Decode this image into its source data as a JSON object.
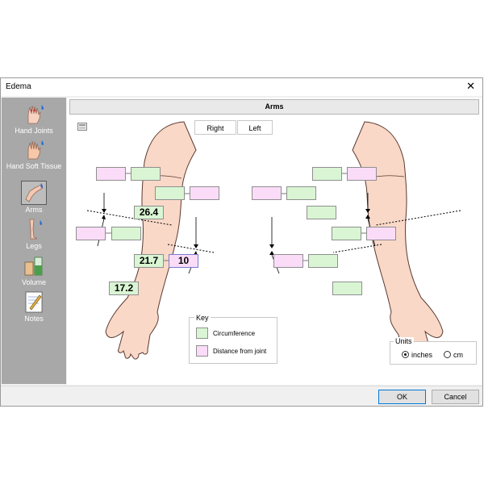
{
  "window": {
    "title": "Edema"
  },
  "sidebar": {
    "items": [
      {
        "label": "Hand Joints",
        "icon": "hand-joints-icon"
      },
      {
        "label": "Hand Soft Tissue",
        "icon": "hand-soft-tissue-icon"
      },
      {
        "label": "Arms",
        "icon": "arm-icon",
        "selected": true
      },
      {
        "label": "Legs",
        "icon": "legs-icon"
      },
      {
        "label": "Volume",
        "icon": "volume-beaker-icon"
      },
      {
        "label": "Notes",
        "icon": "notes-pencil-icon"
      }
    ]
  },
  "header": {
    "title": "Arms"
  },
  "tabs": [
    {
      "label": "Right",
      "active": true
    },
    {
      "label": "Left",
      "active": false
    }
  ],
  "right_arm": {
    "upper_circumference": "",
    "upper_distance": "",
    "elbow_circumference": "26.4",
    "forearm_distance": "",
    "mid_forearm_circumference": "21.7",
    "mid_forearm_distance": "10",
    "wrist_circumference": "17.2"
  },
  "key": {
    "title": "Key",
    "circumference": "Circumference",
    "distance": "Distance from joint"
  },
  "units": {
    "title": "Units",
    "inches": "inches",
    "cm": "cm",
    "selected": "inches"
  },
  "buttons": {
    "ok": "OK",
    "cancel": "Cancel"
  },
  "colors": {
    "circumference_box": "#d9f5d3",
    "distance_box": "#fadcf8",
    "skin": "#f9d8c8",
    "sidebar": "#a8a8a8"
  }
}
